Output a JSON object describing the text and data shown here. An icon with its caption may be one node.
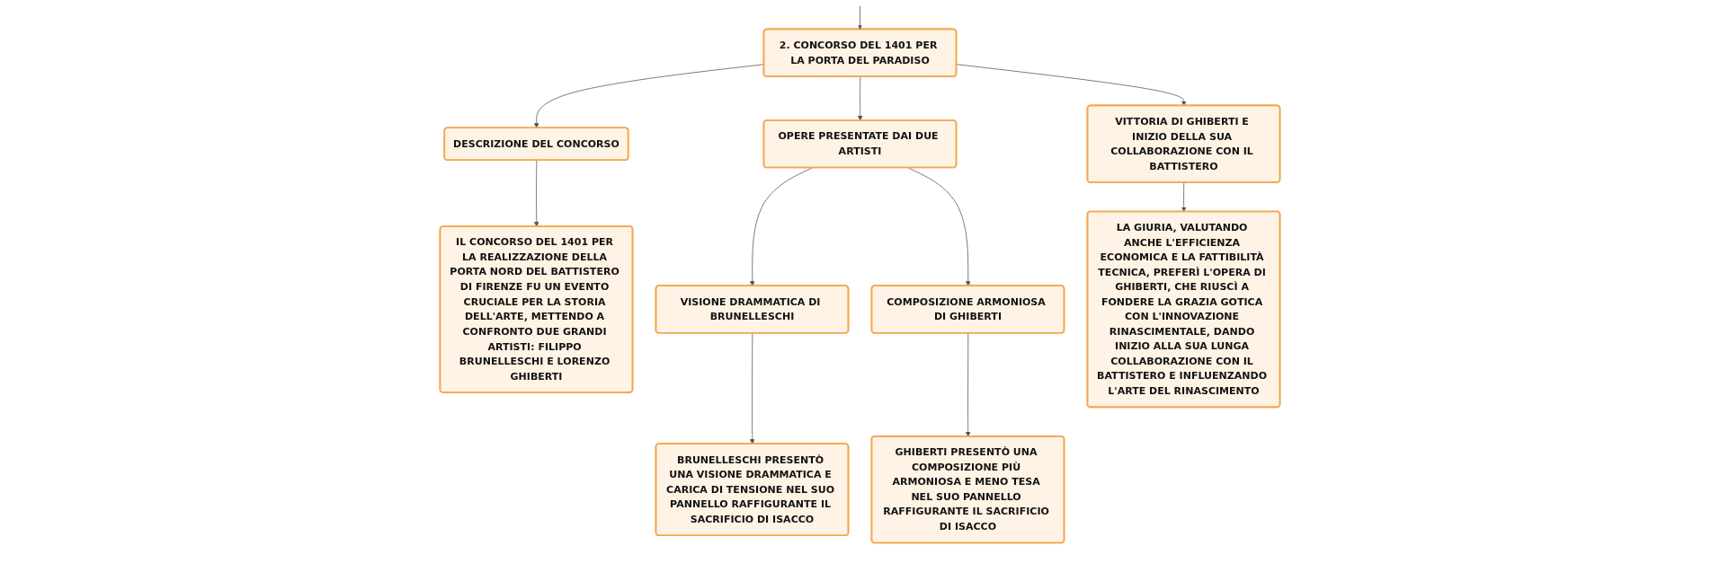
{
  "diagram": {
    "nodes": [
      {
        "text": [
          "2. CONCORSO DEL 1401 PER LA PORTA DEL PARADISO"
        ]
      },
      {
        "text": [
          "DESCRIZIONE DEL CONCORSO"
        ]
      },
      {
        "text": [
          "IL CONCORSO DEL 1401 PER LA REALIZZAZIONE DELLA PORTA NORD DEL BATTISTERO DI FIRENZE FU UN EVENTO CRUCIALE PER LA STORIA DELL'ARTE, METTENDO A CONFRONTO DUE GRANDI ARTISTI: FILIPPO BRUNELLESCHI E LORENZO GHIBERTI"
        ]
      },
      {
        "text": [
          "OPERE PRESENTATE DAI DUE ARTISTI"
        ]
      },
      {
        "text": [
          "VISIONE DRAMMATICA DI BRUNELLESCHI"
        ]
      },
      {
        "text": [
          "BRUNELLESCHI PRESENTÒ UNA VISIONE DRAMMATICA E CARICA DI TENSIONE NEL SUO PANNELLO RAFFIGURANTE IL SACRIFICIO DI ISACCO"
        ]
      },
      {
        "text": [
          "COMPOSIZIONE ARMONIOSA DI GHIBERTI"
        ]
      },
      {
        "text": [
          "GHIBERTI PRESENTÒ UNA COMPOSIZIONE PIÙ ARMONIOSA E MENO TESA NEL SUO PANNELLO RAFFIGURANTE IL SACRIFICIO DI ISACCO"
        ]
      },
      {
        "text": [
          "VITTORIA DI GHIBERTI E INIZIO DELLA SUA COLLABORAZIONE CON IL BATTISTERO"
        ]
      },
      {
        "text": [
          "LA GIURIA, VALUTANDO ANCHE L'EFFICIENZA ECONOMICA E LA FATTIBILITÀ TECNICA, PREFERÌ L'OPERA DI GHIBERTI, CHE RIUSCÌ A FONDERE LA GRAZIA GOTICA CON L'INNOVAZIONE RINASCIMENTALE, DANDO INIZIO ALLA SUA LUNGA COLLABORAZIONE CON IL BATTISTERO E INFLUENZANDO L'ARTE DEL RINASCIMENTO"
        ]
      }
    ],
    "edges": [
      {
        "from": null,
        "to": 0,
        "arrow": "to"
      },
      {
        "from": 0,
        "to": 1,
        "arrow": "to"
      },
      {
        "from": 0,
        "to": 3,
        "arrow": "to"
      },
      {
        "from": 0,
        "to": 8,
        "arrow": "to"
      },
      {
        "from": 1,
        "to": 2,
        "arrow": "to"
      },
      {
        "from": 3,
        "to": 4,
        "arrow": "to"
      },
      {
        "from": 3,
        "to": 6,
        "arrow": "to"
      },
      {
        "from": 4,
        "to": 5,
        "arrow": "to"
      },
      {
        "from": 6,
        "to": 7,
        "arrow": "to"
      },
      {
        "from": 8,
        "to": 9,
        "arrow": "to"
      }
    ]
  }
}
